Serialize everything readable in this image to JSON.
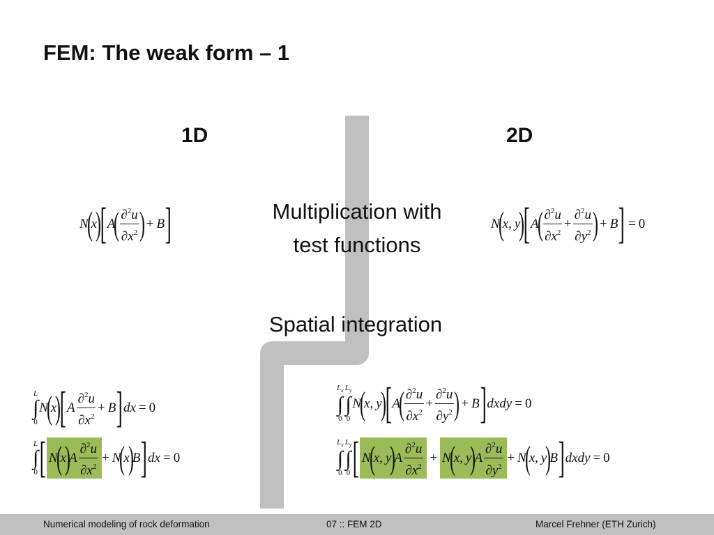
{
  "slide": {
    "title": "FEM: The weak form – 1",
    "col_1d": "1D",
    "col_2d": "2D",
    "step_multiplication_line1": "Multiplication with",
    "step_multiplication_line2": "test functions",
    "step_integration": "Spatial integration"
  },
  "footer": {
    "left": "Numerical modeling of rock deformation",
    "center": "07 :: FEM 2D",
    "right": "Marcel Frehner (ETH Zurich)"
  },
  "colors": {
    "divider": "#c0c0c0",
    "highlight": "#9bbb59",
    "footer_bg": "#c0c0c0"
  }
}
